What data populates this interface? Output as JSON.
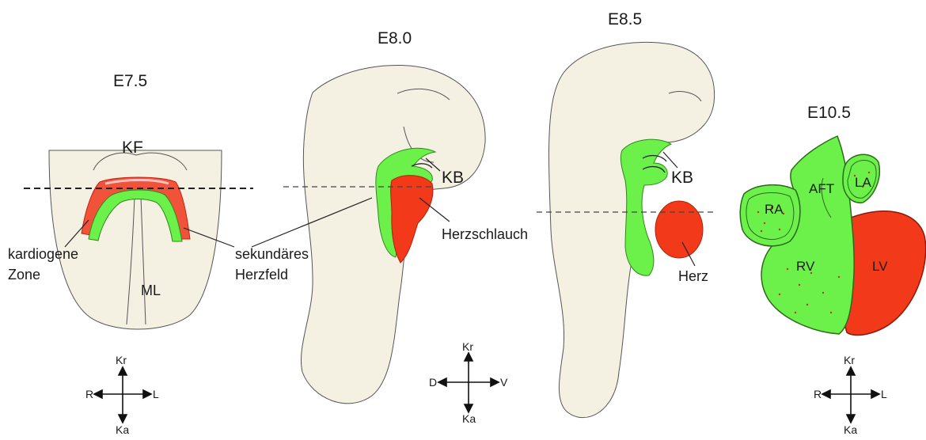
{
  "stages": {
    "e75": "E7.5",
    "e80": "E8.0",
    "e85": "E8.5",
    "e105": "E10.5"
  },
  "labels": {
    "kf": "KF",
    "ml": "ML",
    "kardiogene": "kardiogene",
    "zone": "Zone",
    "sekundaeres": "sekundäres",
    "herzfeld": "Herzfeld",
    "kb": "KB",
    "herzschlauch": "Herzschlauch",
    "herz": "Herz",
    "aft": "AFT",
    "la": "LA",
    "ra": "RA",
    "rv": "RV",
    "lv": "LV"
  },
  "axes": {
    "cranial": "Kr",
    "caudal": "Ka",
    "right": "R",
    "left": "L",
    "dorsal": "D",
    "ventral": "V"
  },
  "colors": {
    "tissue": "#f5f1e2",
    "green": "#6cf04a",
    "red": "#f23a1a",
    "outline": "#2b2b2b"
  }
}
